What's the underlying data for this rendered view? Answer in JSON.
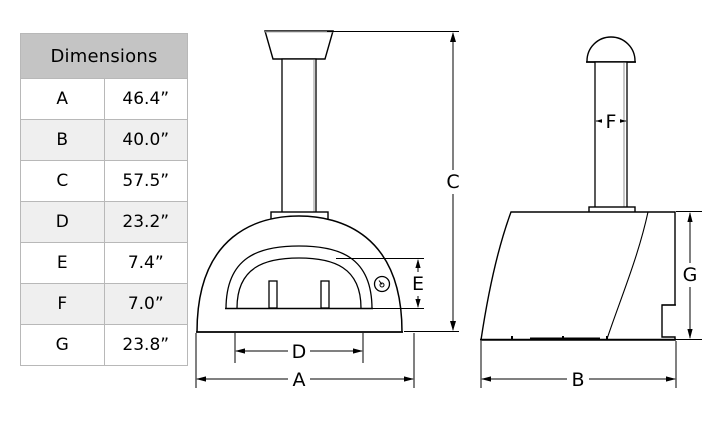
{
  "table": {
    "title": "Dimensions",
    "rows": [
      {
        "key": "A",
        "value": "46.4”"
      },
      {
        "key": "B",
        "value": "40.0”"
      },
      {
        "key": "C",
        "value": "57.5”"
      },
      {
        "key": "D",
        "value": "23.2”"
      },
      {
        "key": "E",
        "value": "7.4”"
      },
      {
        "key": "F",
        "value": "7.0”"
      },
      {
        "key": "G",
        "value": "23.8”"
      }
    ]
  },
  "front_view": {
    "labels": {
      "overall_height": "C",
      "overall_width": "A",
      "opening_width": "D",
      "opening_height": "E"
    }
  },
  "side_view": {
    "labels": {
      "depth": "B",
      "chimney_diameter": "F",
      "body_height": "G"
    }
  },
  "colors": {
    "line": "#000000",
    "thin_line": "#333333",
    "header_background": "#c4c4c4",
    "alt_row_background": "#efefef",
    "row_background": "#ffffff",
    "border": "#b8b8b8",
    "page_background": "#ffffff"
  }
}
